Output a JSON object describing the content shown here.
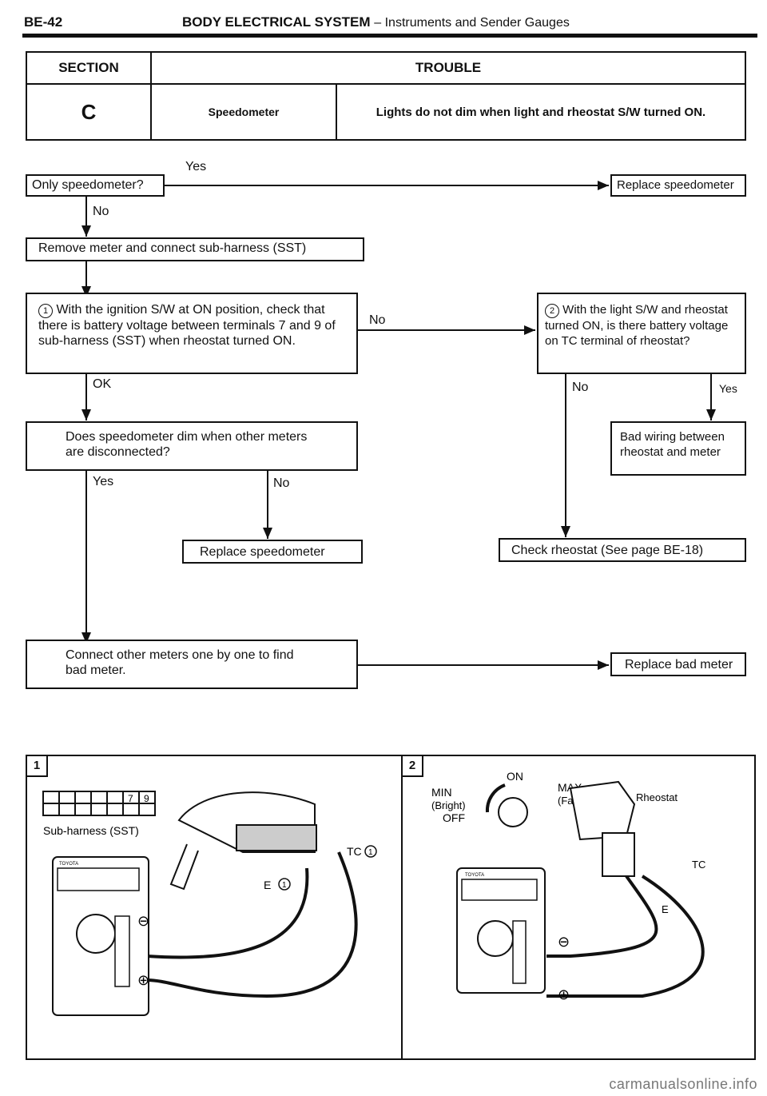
{
  "header": {
    "code": "BE-42",
    "title": "BODY ELECTRICAL SYSTEM",
    "subtitle": "– Instruments and Sender Gauges"
  },
  "table": {
    "section_header": "SECTION",
    "trouble_header": "TROUBLE",
    "section": "C",
    "item": "Speedometer",
    "trouble": "Lights do not dim when light and rheostat S/W turned ON."
  },
  "flow": {
    "only_speedo": "Only speedometer?",
    "yes_1": "Yes",
    "replace_speedo_1": "Replace speedometer",
    "no_1": "No",
    "remove_meter": "Remove meter and connect sub-harness (SST)",
    "step1_num": "1",
    "step1": "With the ignition S/W at ON position, check that there is battery voltage between terminals 7 and 9 of sub-harness (SST) when rheostat turned ON.",
    "no_2": "No",
    "step2_num": "2",
    "step2": "With the light S/W and rheostat turned ON, is there battery voltage on TC terminal of rheostat?",
    "ok": "OK",
    "no_3": "No",
    "yes_3": "Yes",
    "does_dim": "Does speedometer dim when other meters are disconnected?",
    "bad_wiring": "Bad wiring between rheostat and meter",
    "yes_4": "Yes",
    "no_4": "No",
    "replace_speedo_2": "Replace speedometer",
    "check_rheostat": "Check rheostat (See page BE-18)",
    "connect_other": "Connect other meters one by one to find bad meter.",
    "replace_bad": "Replace bad meter"
  },
  "fig1": {
    "num": "1",
    "terminal_7": "7",
    "terminal_9": "9",
    "subharness": "Sub-harness (SST)",
    "e_label": "E",
    "e_num": "1",
    "tc_label": "TC",
    "tc_num": "1",
    "brand": "TOYOTA",
    "minus": "⊖",
    "plus": "⊕"
  },
  "fig2": {
    "num": "2",
    "on": "ON",
    "min": "MIN",
    "bright": "(Bright)",
    "off": "OFF",
    "max": "MAX",
    "fade": "(Fade)",
    "rheostat": "Rheostat",
    "tc": "TC",
    "e": "E",
    "brand": "TOYOTA",
    "minus": "⊖",
    "plus": "⊕"
  },
  "footer": "carmanualsonline.info"
}
